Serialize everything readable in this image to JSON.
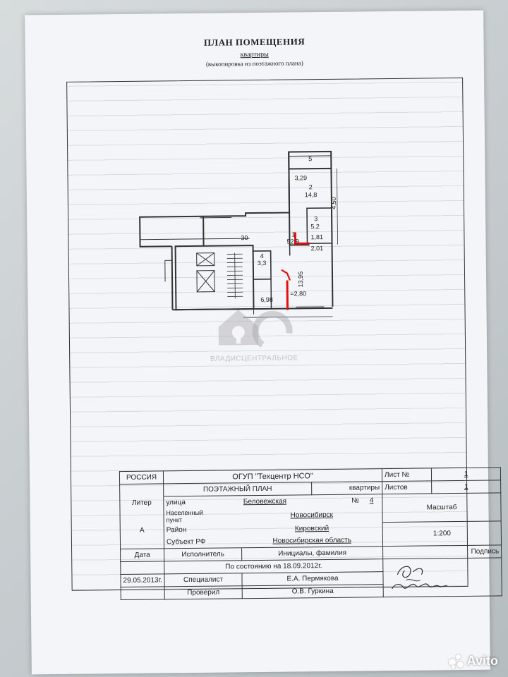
{
  "document": {
    "title": "ПЛАН ПОМЕЩЕНИЯ",
    "subtitle": "квартиры",
    "note": "(выкопировка из поэтажного плана)"
  },
  "plan_labels": {
    "balcony_number": "5",
    "balcony_width": "3,29",
    "room2_number": "2",
    "room2_area": "14,8",
    "room2_dim": "4,50",
    "room3_number": "3",
    "room3_area": "5,2",
    "room3_dim": "1,81",
    "room1_number": "1",
    "room1_area": "52,9",
    "dim_201": "2,01",
    "dim_30": "30",
    "room4_number": "4",
    "room4_area": "3,3",
    "dim_1395": "13,95",
    "dim_280": "=2,80",
    "dim_698": "6,98"
  },
  "watermark": {
    "text": "ВЛАДИСЦЕНТРАЛЬНОЕ"
  },
  "stamp": {
    "country": "РОССИЯ",
    "org": "ОГУП \"Техцентр НСО\"",
    "sheet_label": "Лист №",
    "sheet_value": "1",
    "plan_type": "ПОЭТАЖНЫЙ ПЛАН",
    "plan_object": "квартиры",
    "sheets_label": "Листов",
    "sheets_value": "1",
    "liter_label": "Литер",
    "liter_value": "А",
    "street_label": "улица",
    "street_value": "Беловежская",
    "number_label": "№",
    "number_value": "4",
    "settlement_label_1": "Населенный",
    "settlement_label_2": "пункт",
    "settlement_value": "Новосибирск",
    "scale_label": "Масштаб",
    "district_label": "Район",
    "district_value": "Кировский",
    "subject_label": "Субъект РФ",
    "subject_value": "Новосибирская область",
    "scale_value": "1:200",
    "date_label": "Дата",
    "executor_label": "Исполнитель",
    "initials_label": "Инициалы, фамилия",
    "signature_label": "Подпись",
    "state_as_of": "По состоянию на 18.09.2012г.",
    "date_value": "29.05.2013г.",
    "specialist_label": "Специалист",
    "specialist_name": "Е.А. Пермякова",
    "checked_label": "Проверил",
    "checked_name": "О.В. Гуркина"
  },
  "brand": {
    "name": "Avito"
  }
}
